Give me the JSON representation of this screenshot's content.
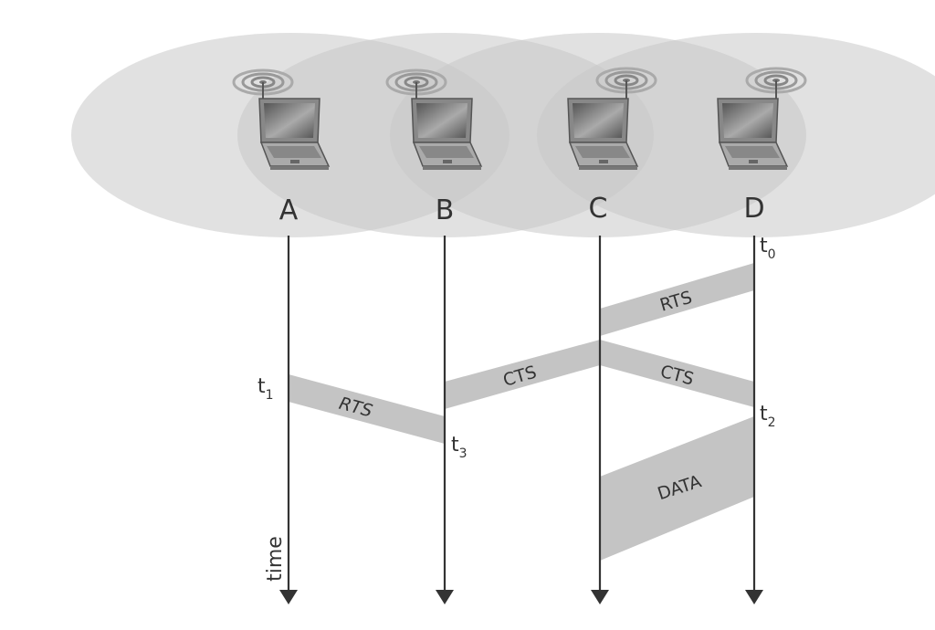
{
  "nodes": [
    {
      "id": "A",
      "label": "A"
    },
    {
      "id": "B",
      "label": "B"
    },
    {
      "id": "C",
      "label": "C"
    },
    {
      "id": "D",
      "label": "D"
    }
  ],
  "axis_label": "time",
  "time_marks": [
    {
      "id": "t0",
      "base": "t",
      "sub": "0"
    },
    {
      "id": "t1",
      "base": "t",
      "sub": "1"
    },
    {
      "id": "t2",
      "base": "t",
      "sub": "2"
    },
    {
      "id": "t3",
      "base": "t",
      "sub": "3"
    }
  ],
  "messages": [
    {
      "id": "rts-d-c",
      "label": "RTS",
      "from": "D",
      "to": "C"
    },
    {
      "id": "cts-c-b",
      "label": "CTS",
      "from": "C",
      "to": "B"
    },
    {
      "id": "cts-c-d",
      "label": "CTS",
      "from": "C",
      "to": "D"
    },
    {
      "id": "rts-a-b",
      "label": "RTS",
      "from": "A",
      "to": "B"
    },
    {
      "id": "data-d-c",
      "label": "DATA",
      "from": "D",
      "to": "C"
    }
  ],
  "colors": {
    "coverage": "#c9c9c9",
    "message_band": "#c4c4c4",
    "line": "#333333"
  },
  "icons": [
    "laptop-icon",
    "wifi-signal-icon",
    "arrow-down-icon"
  ]
}
